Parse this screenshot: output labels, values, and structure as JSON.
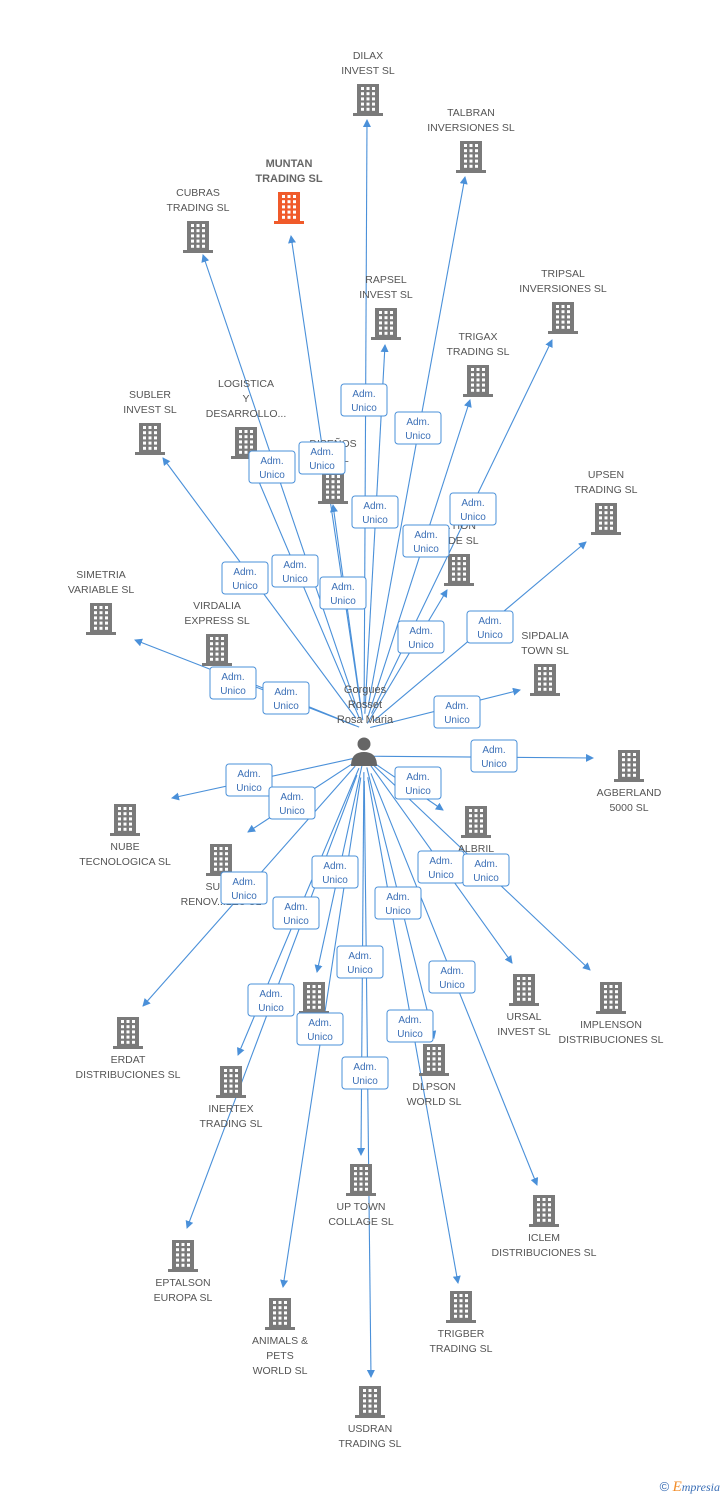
{
  "colors": {
    "edge": "#4a90d9",
    "building": "#7a7a7a",
    "focus": "#f05a2a",
    "badge_text": "#3b6fb6"
  },
  "person": {
    "name_lines": [
      "Gorgues",
      "Rosset",
      "Rosa Maria"
    ],
    "icon": "person-icon"
  },
  "badge": {
    "line1": "Adm.",
    "line2": "Unico"
  },
  "companies": [
    {
      "id": "dilax",
      "lines": [
        "DILAX",
        "INVEST SL"
      ],
      "focus": false
    },
    {
      "id": "talbran",
      "lines": [
        "TALBRAN",
        "INVERSIONES SL"
      ],
      "focus": false
    },
    {
      "id": "muntan",
      "lines": [
        "MUNTAN",
        "TRADING SL"
      ],
      "focus": true
    },
    {
      "id": "cubras",
      "lines": [
        "CUBRAS",
        "TRADING SL"
      ],
      "focus": false
    },
    {
      "id": "rapsel",
      "lines": [
        "RAPSEL",
        "INVEST SL"
      ],
      "focus": false
    },
    {
      "id": "tripsal",
      "lines": [
        "TRIPSAL",
        "INVERSIONES SL"
      ],
      "focus": false
    },
    {
      "id": "trigax",
      "lines": [
        "TRIGAX",
        "TRADING SL"
      ],
      "focus": false
    },
    {
      "id": "subler",
      "lines": [
        "SUBLER",
        "INVEST SL"
      ],
      "focus": false
    },
    {
      "id": "logistica",
      "lines": [
        "LOGISTICA",
        "Y",
        "DESARROLLO..."
      ],
      "focus": false
    },
    {
      "id": "disenos",
      "lines": [
        "DISEÑOS",
        "...S SL"
      ],
      "focus": false
    },
    {
      "id": "upsen",
      "lines": [
        "UPSEN",
        "TRADING SL"
      ],
      "focus": false
    },
    {
      "id": "tion",
      "lines": [
        "...TION",
        "...DE SL"
      ],
      "focus": false
    },
    {
      "id": "simetria",
      "lines": [
        "SIMETRIA",
        "VARIABLE SL"
      ],
      "focus": false
    },
    {
      "id": "virdalia",
      "lines": [
        "VIRDALIA",
        "EXPRESS SL"
      ],
      "focus": false
    },
    {
      "id": "sipdalia",
      "lines": [
        "SIPDALIA",
        "TOWN SL"
      ],
      "focus": false
    },
    {
      "id": "agberland",
      "lines": [
        "AGBERLAND",
        "5000 SL"
      ],
      "focus": false
    },
    {
      "id": "nube",
      "lines": [
        "NUBE",
        "TECNOLOGICA SL"
      ],
      "focus": false
    },
    {
      "id": "albril",
      "lines": [
        "ALBRIL"
      ],
      "focus": false
    },
    {
      "id": "sun",
      "lines": [
        "SUN...",
        "RENOV...LES SL"
      ],
      "focus": false
    },
    {
      "id": "ursal",
      "lines": [
        "URSAL",
        "INVEST SL"
      ],
      "focus": false
    },
    {
      "id": "implenson",
      "lines": [
        "IMPLENSON",
        "DISTRIBUCIONES SL"
      ],
      "focus": false
    },
    {
      "id": "erdat",
      "lines": [
        "ERDAT",
        "DISTRIBUCIONES SL"
      ],
      "focus": false
    },
    {
      "id": "ib",
      "lines": [
        "IB...",
        "DIS..."
      ],
      "focus": false
    },
    {
      "id": "dlpson",
      "lines": [
        "DLPSON",
        "WORLD SL"
      ],
      "focus": false
    },
    {
      "id": "inertex",
      "lines": [
        "INERTEX",
        "TRADING SL"
      ],
      "focus": false
    },
    {
      "id": "uptown",
      "lines": [
        "UP TOWN",
        "COLLAGE SL"
      ],
      "focus": false
    },
    {
      "id": "iclem",
      "lines": [
        "ICLEM",
        "DISTRIBUCIONES SL"
      ],
      "focus": false
    },
    {
      "id": "eptalson",
      "lines": [
        "EPTALSON",
        "EUROPA SL"
      ],
      "focus": false
    },
    {
      "id": "animals",
      "lines": [
        "ANIMALS &",
        "PETS",
        "WORLD SL"
      ],
      "focus": false
    },
    {
      "id": "trigber",
      "lines": [
        "TRIGBER",
        "TRADING SL"
      ],
      "focus": false
    },
    {
      "id": "usdran",
      "lines": [
        "USDRAN",
        "TRADING SL"
      ],
      "focus": false
    }
  ],
  "footer": {
    "copyright": "©",
    "brand_e": "E",
    "brand_rest": "mpresia"
  }
}
